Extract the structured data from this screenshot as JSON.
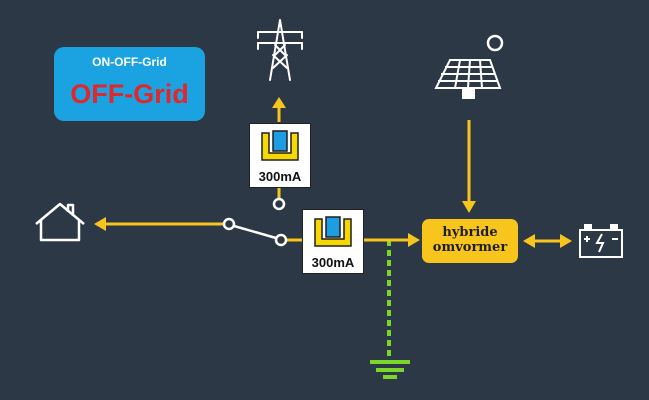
{
  "mode": {
    "title": "ON-OFF-Grid",
    "state": "OFF-Grid"
  },
  "rcd_top": {
    "label": "300mA"
  },
  "rcd_main": {
    "label": "300mA"
  },
  "inverter": {
    "line1": "hybride",
    "line2": "omvormer"
  },
  "colors": {
    "background": "#2c3846",
    "wire": "#f8c51c",
    "icon": "#ffffff",
    "mode_box": "#1aa3e0",
    "mode_state": "#e3262b",
    "ground": "#7cd62a",
    "rcd_yellow": "#f4d800",
    "rcd_blue": "#1e9ee0"
  },
  "icons": [
    "house-icon",
    "pylon-icon",
    "solar-panel-icon",
    "sun-icon",
    "battery-icon",
    "ground-icon",
    "switch-icon"
  ]
}
